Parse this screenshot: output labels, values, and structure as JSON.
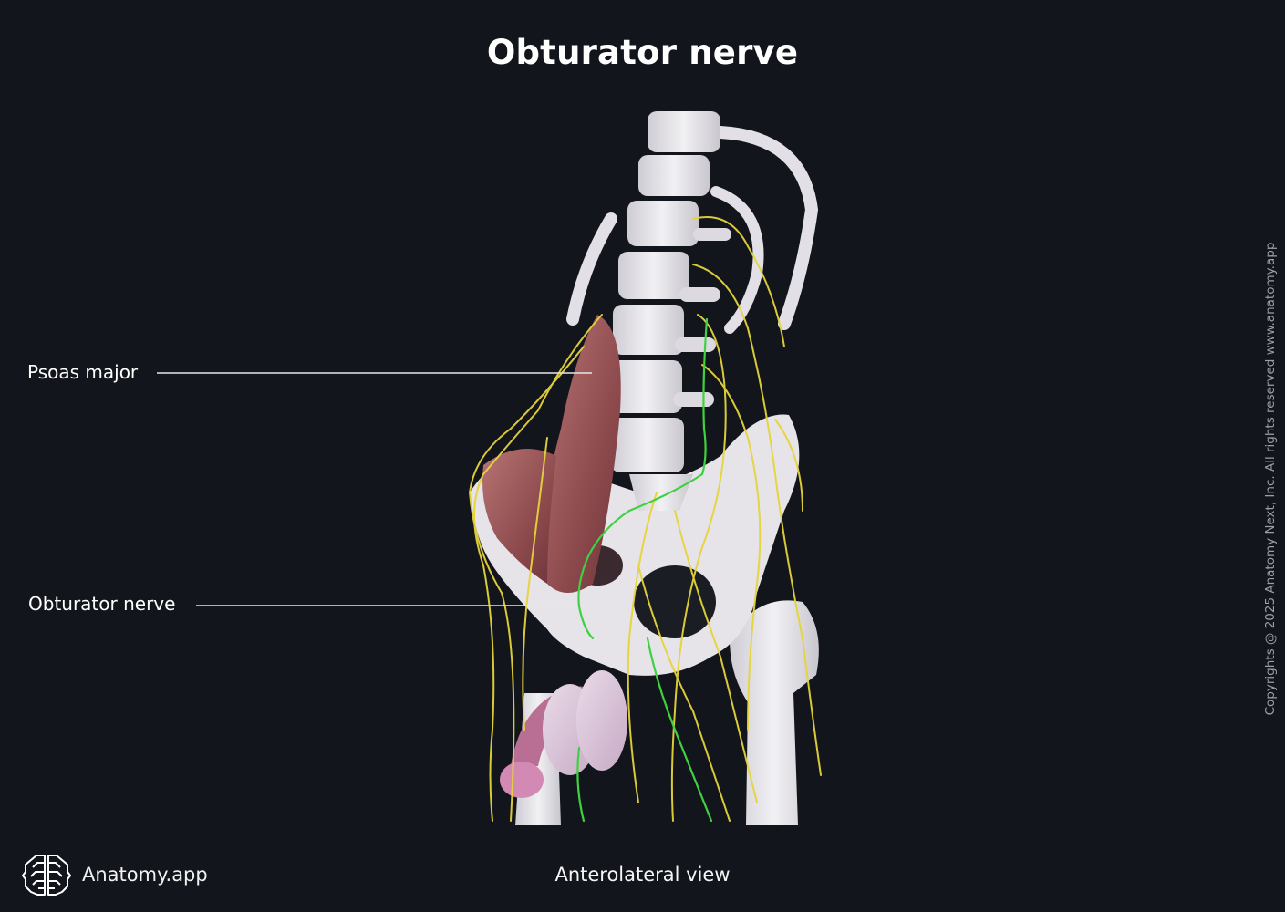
{
  "title": "Obturator nerve",
  "labels": [
    {
      "id": "psoas-major",
      "text": "Psoas major"
    },
    {
      "id": "obturator-nerve",
      "text": "Obturator nerve"
    }
  ],
  "view": "Anterolateral view",
  "brand": {
    "name": "Anatomy.app",
    "icon": "brain-icon"
  },
  "copyright": "Copyrights @ 2025 Anatomy Next, Inc. All rights reserved www.anatomy.app",
  "colors": {
    "background": "#12151b",
    "bone": "#e3e1e6",
    "muscle": "#9a5a5c",
    "nerve": "#e6d43a",
    "obturator_nerve_highlight": "#3fd13f",
    "genitalia": "#c98fb8",
    "leader_line": "#e6e6e6"
  }
}
